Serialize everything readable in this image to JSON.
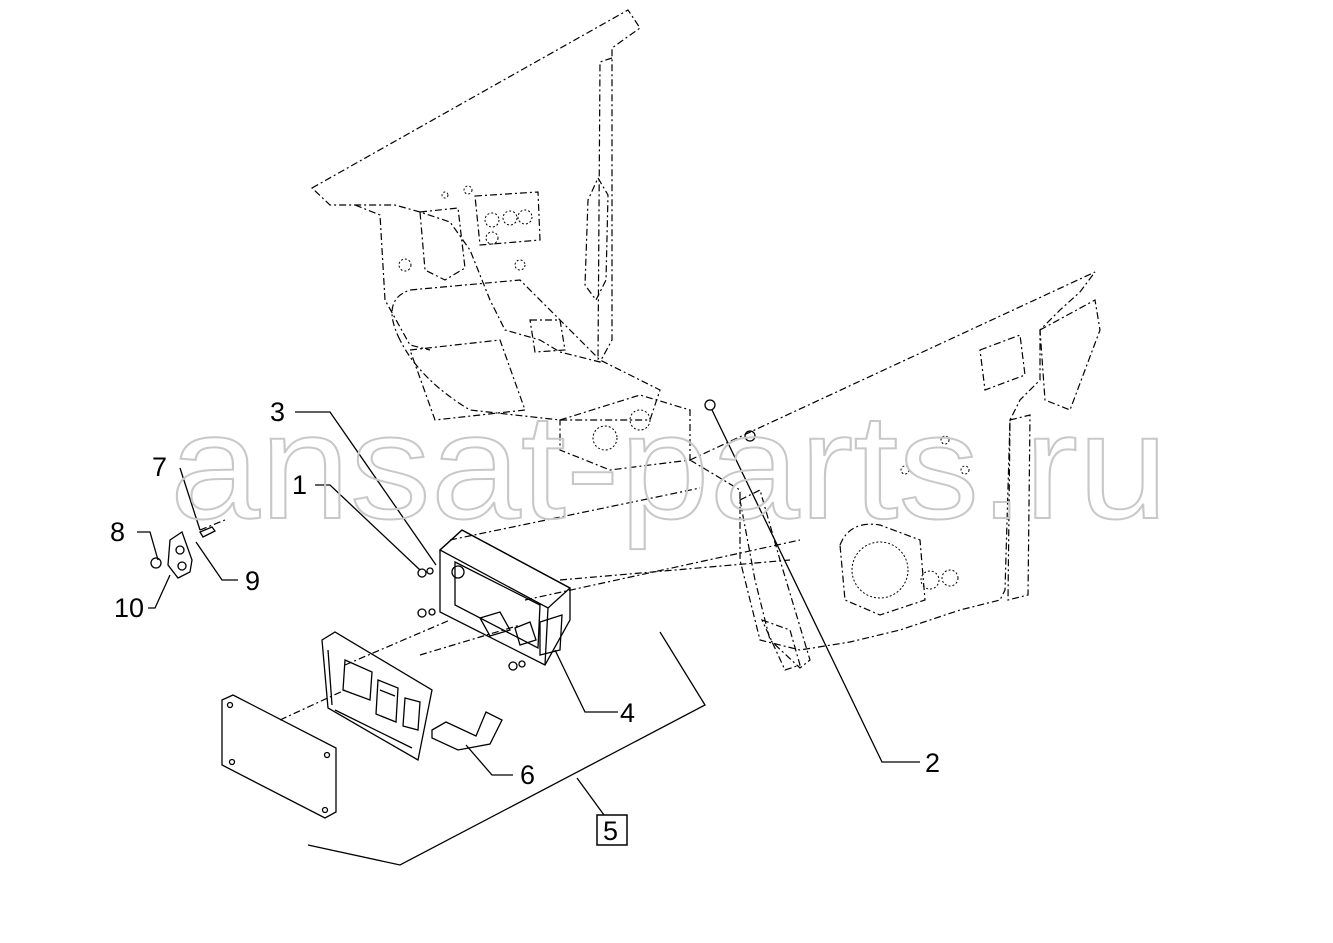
{
  "watermark": "ansat-parts.ru",
  "callouts": {
    "c1": "1",
    "c2": "2",
    "c3": "3",
    "c4": "4",
    "c5": "5",
    "c6": "6",
    "c7": "7",
    "c8": "8",
    "c9": "9",
    "c10": "10"
  }
}
